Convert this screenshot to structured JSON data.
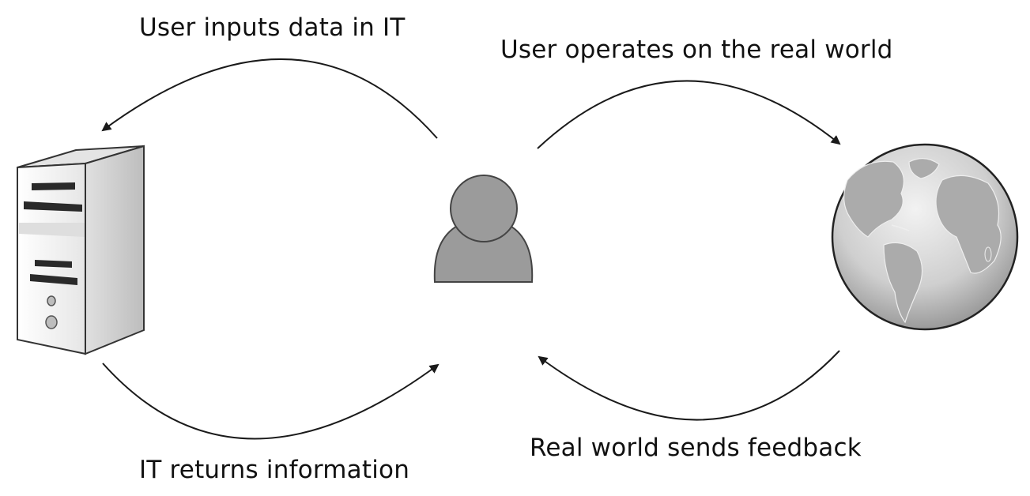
{
  "labels": {
    "user_inputs": "User inputs data in IT",
    "user_operates": "User operates on the real world",
    "it_returns": "IT returns information",
    "world_feedback": "Real world sends feedback"
  },
  "icons": {
    "left": "server-tower-icon",
    "center": "user-icon",
    "right": "globe-icon"
  },
  "colors": {
    "line": "#1a1a1a",
    "user_fill": "#9b9b9b",
    "user_stroke": "#444444",
    "globe_ocean": "#cfcfcf",
    "globe_land": "#a8a8a8",
    "server_front": "#f4f4f4",
    "server_side": "#c9c9c9"
  }
}
